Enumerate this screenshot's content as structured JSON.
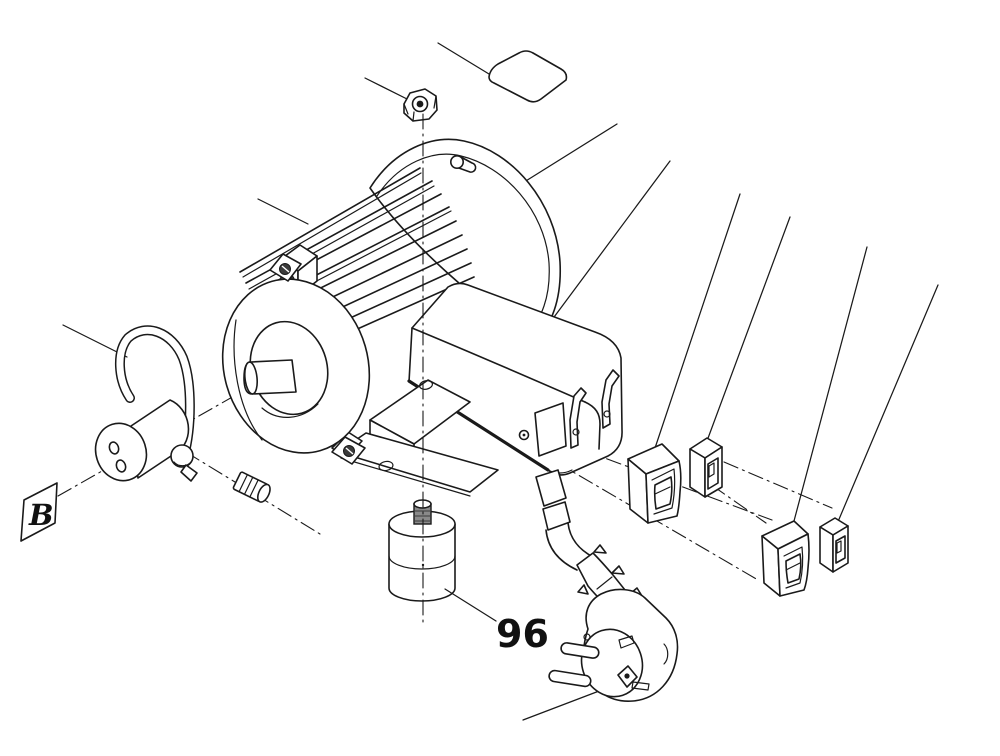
{
  "diagram": {
    "type": "exploded-parts-drawing",
    "subject": "electric motor with terminal box, rocker switches, capacitor and power plug",
    "labels": {
      "part_number": "96",
      "view_reference": "B"
    },
    "colors": {
      "line": "#1a1a1a",
      "background": "#ffffff"
    },
    "parts": [
      "hex-nut",
      "name-plate",
      "motor-body-with-cooling-fins",
      "front-end-shield",
      "motor-shaft",
      "rear-end-shield",
      "terminal-box",
      "mounting-foot-bracket",
      "capacitor",
      "rocker-switch-large-1",
      "rocker-switch-small-1",
      "rocker-switch-large-2",
      "rocker-switch-small-2",
      "power-cord-with-plug",
      "lever-knob-assembly",
      "coupling-sleeve",
      "view-reference-plate"
    ]
  }
}
